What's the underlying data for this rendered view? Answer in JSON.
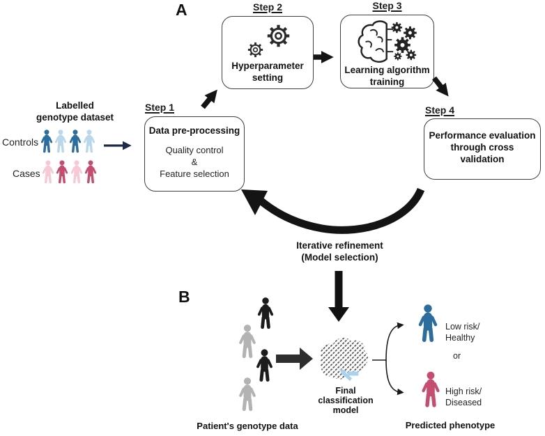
{
  "panel_labels": {
    "a": "A",
    "b": "B"
  },
  "dataset": {
    "title_line1": "Labelled",
    "title_line2": "genotype dataset",
    "controls_label": "Controls",
    "cases_label": "Cases",
    "controls_colors": [
      "#2b6d9e",
      "#b9d8ec",
      "#2b6d9e",
      "#b9d8ec"
    ],
    "cases_colors": [
      "#f6c9d5",
      "#c64d6f",
      "#f6c9d5",
      "#c64d6f"
    ]
  },
  "steps": {
    "step1": {
      "label": "Step 1",
      "title": "Data pre-processing",
      "line1": "Quality control",
      "line2": "&",
      "line3": "Feature selection"
    },
    "step2": {
      "label": "Step 2",
      "line1": "Hyperparameter",
      "line2": "setting",
      "icon": "gears-icon"
    },
    "step3": {
      "label": "Step 3",
      "line1": "Learning algorithm",
      "line2": "training",
      "icon": "brain-gears-icon"
    },
    "step4": {
      "label": "Step 4",
      "line1": "Performance evaluation",
      "line2": "through cross",
      "line3": "validation"
    }
  },
  "iteration": {
    "line1": "Iterative refinement",
    "line2": "(Model selection)"
  },
  "model": {
    "line1": "Final",
    "line2": "classification",
    "line3": "model",
    "icon": "brain-circuit-icon"
  },
  "patients": {
    "label": "Patient's genotype data",
    "colors": [
      "#1c1c1c",
      "#b3b3b3",
      "#1c1c1c",
      "#b3b3b3"
    ]
  },
  "outcomes": {
    "low_line1": "Low risk/",
    "low_line2": "Healthy",
    "low_color": "#2b6d9e",
    "or_label": "or",
    "high_line1": "High risk/",
    "high_line2": "Diseased",
    "high_color": "#c64d6f",
    "footer": "Predicted phenotype"
  },
  "colors": {
    "arrow_navy": "#1e2a4a",
    "arrow_black": "#141414",
    "box_border": "#3d3d3d",
    "brain_blue": "#a9d2ee"
  }
}
